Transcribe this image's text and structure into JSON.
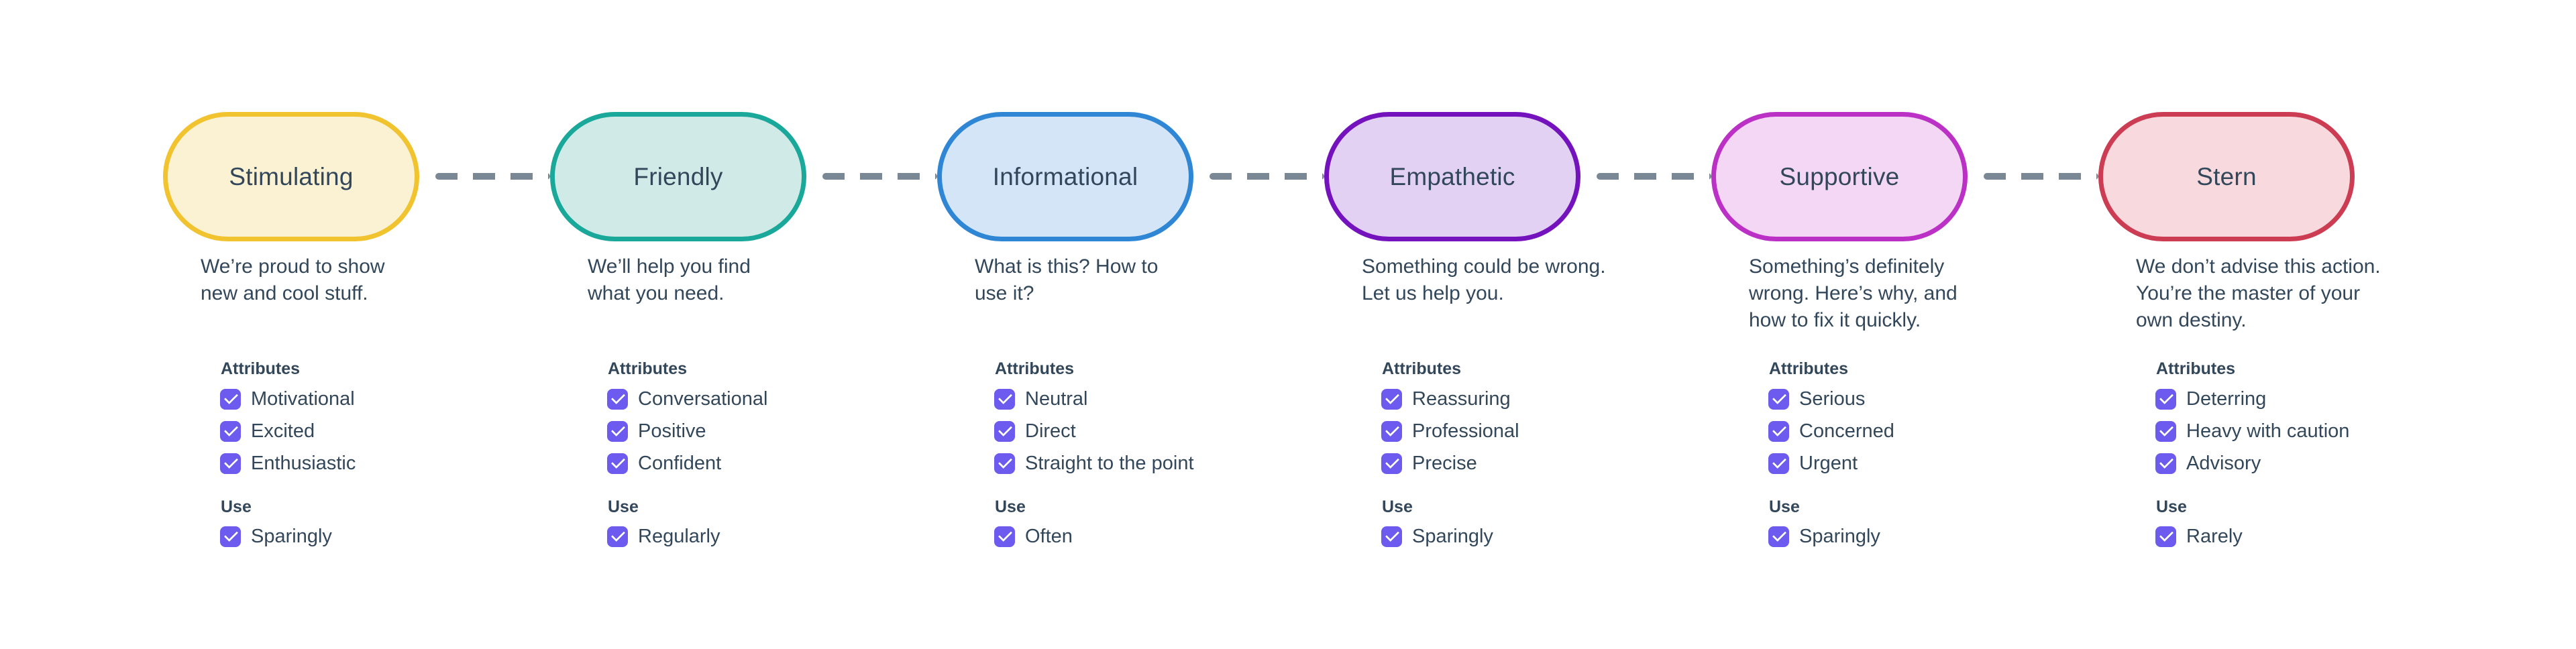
{
  "diagram": {
    "text_color": "#33475B",
    "checkbox_color": "#6C5BEE",
    "connector_color": "#7A8794",
    "labels": {
      "attributes": "Attributes",
      "use": "Use"
    },
    "tones": [
      {
        "name": "Stimulating",
        "pill_fill": "#FBF1D3",
        "pill_border": "#F0C32F",
        "description_lines": [
          "We’re proud to show",
          "new and cool stuff."
        ],
        "attributes": [
          {
            "label": "Motivational",
            "checked": true
          },
          {
            "label": "Excited",
            "checked": true
          },
          {
            "label": "Enthusiastic",
            "checked": true
          }
        ],
        "use": [
          {
            "label": "Sparingly",
            "checked": true
          }
        ]
      },
      {
        "name": "Friendly",
        "pill_fill": "#D0EBE7",
        "pill_border": "#1AA89A",
        "description_lines": [
          "We’ll help you find",
          "what you need."
        ],
        "attributes": [
          {
            "label": "Conversational",
            "checked": true
          },
          {
            "label": "Positive",
            "checked": true
          },
          {
            "label": "Confident",
            "checked": true
          }
        ],
        "use": [
          {
            "label": "Regularly",
            "checked": true
          }
        ]
      },
      {
        "name": "Informational",
        "pill_fill": "#D3E5F6",
        "pill_border": "#2E86D5",
        "description_lines": [
          "What is this? How to",
          "use it?"
        ],
        "attributes": [
          {
            "label": "Neutral",
            "checked": true
          },
          {
            "label": "Direct",
            "checked": true
          },
          {
            "label": "Straight to the point",
            "checked": true
          }
        ],
        "use": [
          {
            "label": "Often",
            "checked": true
          }
        ]
      },
      {
        "name": "Empathetic",
        "pill_fill": "#E2D1F3",
        "pill_border": "#7413BD",
        "description_lines": [
          "Something could be wrong.",
          "Let us help you."
        ],
        "attributes": [
          {
            "label": "Reassuring",
            "checked": true
          },
          {
            "label": "Professional",
            "checked": true
          },
          {
            "label": "Precise",
            "checked": true
          }
        ],
        "use": [
          {
            "label": "Sparingly",
            "checked": true
          }
        ]
      },
      {
        "name": "Supportive",
        "pill_fill": "#F3D7F4",
        "pill_border": "#BB30C5",
        "description_lines": [
          "Something’s definitely",
          "wrong. Here’s why, and",
          "how to fix it quickly."
        ],
        "attributes": [
          {
            "label": "Serious",
            "checked": true
          },
          {
            "label": "Concerned",
            "checked": true
          },
          {
            "label": "Urgent",
            "checked": true
          }
        ],
        "use": [
          {
            "label": "Sparingly",
            "checked": true
          }
        ]
      },
      {
        "name": "Stern",
        "pill_fill": "#F8D9DD",
        "pill_border": "#CC3C52",
        "description_lines": [
          "We don’t advise this action.",
          "You’re the master of your",
          "own destiny."
        ],
        "attributes": [
          {
            "label": "Deterring",
            "checked": true
          },
          {
            "label": "Heavy with caution",
            "checked": true
          },
          {
            "label": "Advisory",
            "checked": true
          }
        ],
        "use": [
          {
            "label": "Rarely",
            "checked": true
          }
        ]
      }
    ]
  }
}
